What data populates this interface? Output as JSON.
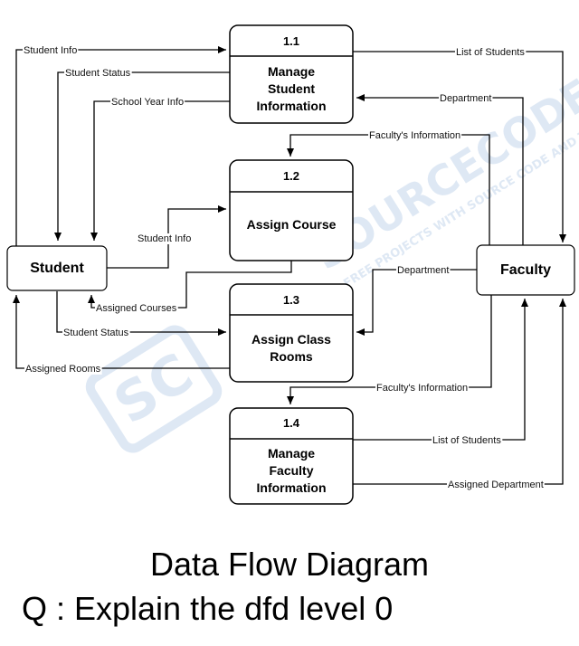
{
  "diagram": {
    "processes": [
      {
        "id": "p11",
        "number": "1.1",
        "lines": [
          "Manage",
          "Student",
          "Information"
        ]
      },
      {
        "id": "p12",
        "number": "1.2",
        "lines": [
          "Assign Course"
        ]
      },
      {
        "id": "p13",
        "number": "1.3",
        "lines": [
          "Assign Class",
          "Rooms"
        ]
      },
      {
        "id": "p14",
        "number": "1.4",
        "lines": [
          "Manage",
          "Faculty",
          "Information"
        ]
      }
    ],
    "entities": [
      {
        "id": "student",
        "name": "Student"
      },
      {
        "id": "faculty",
        "name": "Faculty"
      }
    ],
    "flows": [
      {
        "id": "f1",
        "label": "Student Info"
      },
      {
        "id": "f2",
        "label": "Student Status"
      },
      {
        "id": "f3",
        "label": "School Year Info"
      },
      {
        "id": "f4",
        "label": "List of Students"
      },
      {
        "id": "f5",
        "label": "Department"
      },
      {
        "id": "f6",
        "label": "Faculty's Information"
      },
      {
        "id": "f7",
        "label": "Student Info"
      },
      {
        "id": "f8",
        "label": "Assigned Courses"
      },
      {
        "id": "f9",
        "label": "Department"
      },
      {
        "id": "f10",
        "label": "Student Status"
      },
      {
        "id": "f11",
        "label": "Assigned Rooms"
      },
      {
        "id": "f12",
        "label": "Faculty's Information"
      },
      {
        "id": "f13",
        "label": "List of Students"
      },
      {
        "id": "f14",
        "label": "Assigned Department"
      }
    ],
    "watermark": {
      "main": "SOURCECODE",
      "tagline": "FREE PROJECTS WITH SOURCE CODE AND TUTORIALS",
      "logo": "SC",
      "color": "#dbe6f3"
    }
  },
  "caption": {
    "title": "Data Flow Diagram",
    "question": "Q : Explain the dfd level 0"
  }
}
